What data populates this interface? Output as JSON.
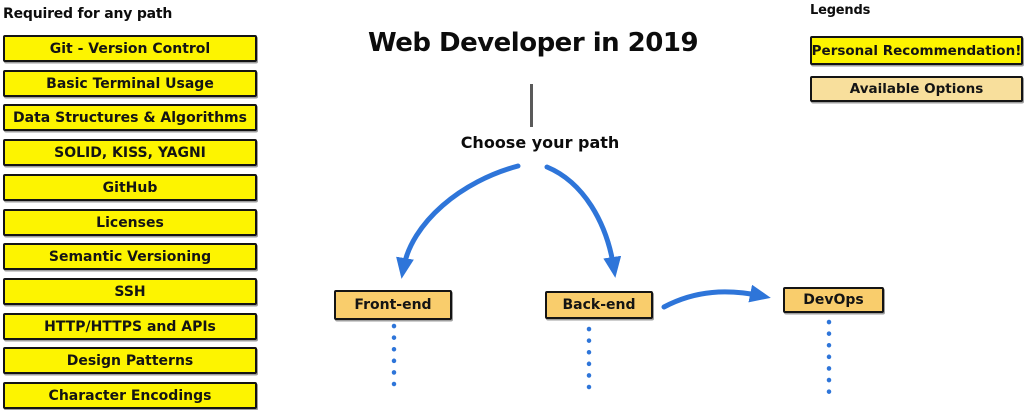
{
  "page": {
    "title": "Web Developer in 2019",
    "subtitle": "Choose your path"
  },
  "required": {
    "heading": "Required for any path",
    "items": [
      "Git - Version Control",
      "Basic Terminal Usage",
      "Data Structures & Algorithms",
      "SOLID, KISS, YAGNI",
      "GitHub",
      "Licenses",
      "Semantic Versioning",
      "SSH",
      "HTTP/HTTPS and APIs",
      "Design Patterns",
      "Character Encodings"
    ]
  },
  "paths": {
    "front_end": "Front-end",
    "back_end": "Back-end",
    "devops": "DevOps"
  },
  "legend": {
    "heading": "Legends",
    "personal_recommendation": "Personal Recommendation!",
    "available_options": "Available Options"
  },
  "colors": {
    "recommendation_yellow": "#FDF400",
    "option_tan": "#F9CD6C",
    "legend_option_tan": "#F8DF9C",
    "arrow_blue": "#2E75D9",
    "connector_gray": "#5A5A5A",
    "border_black": "#141414"
  }
}
